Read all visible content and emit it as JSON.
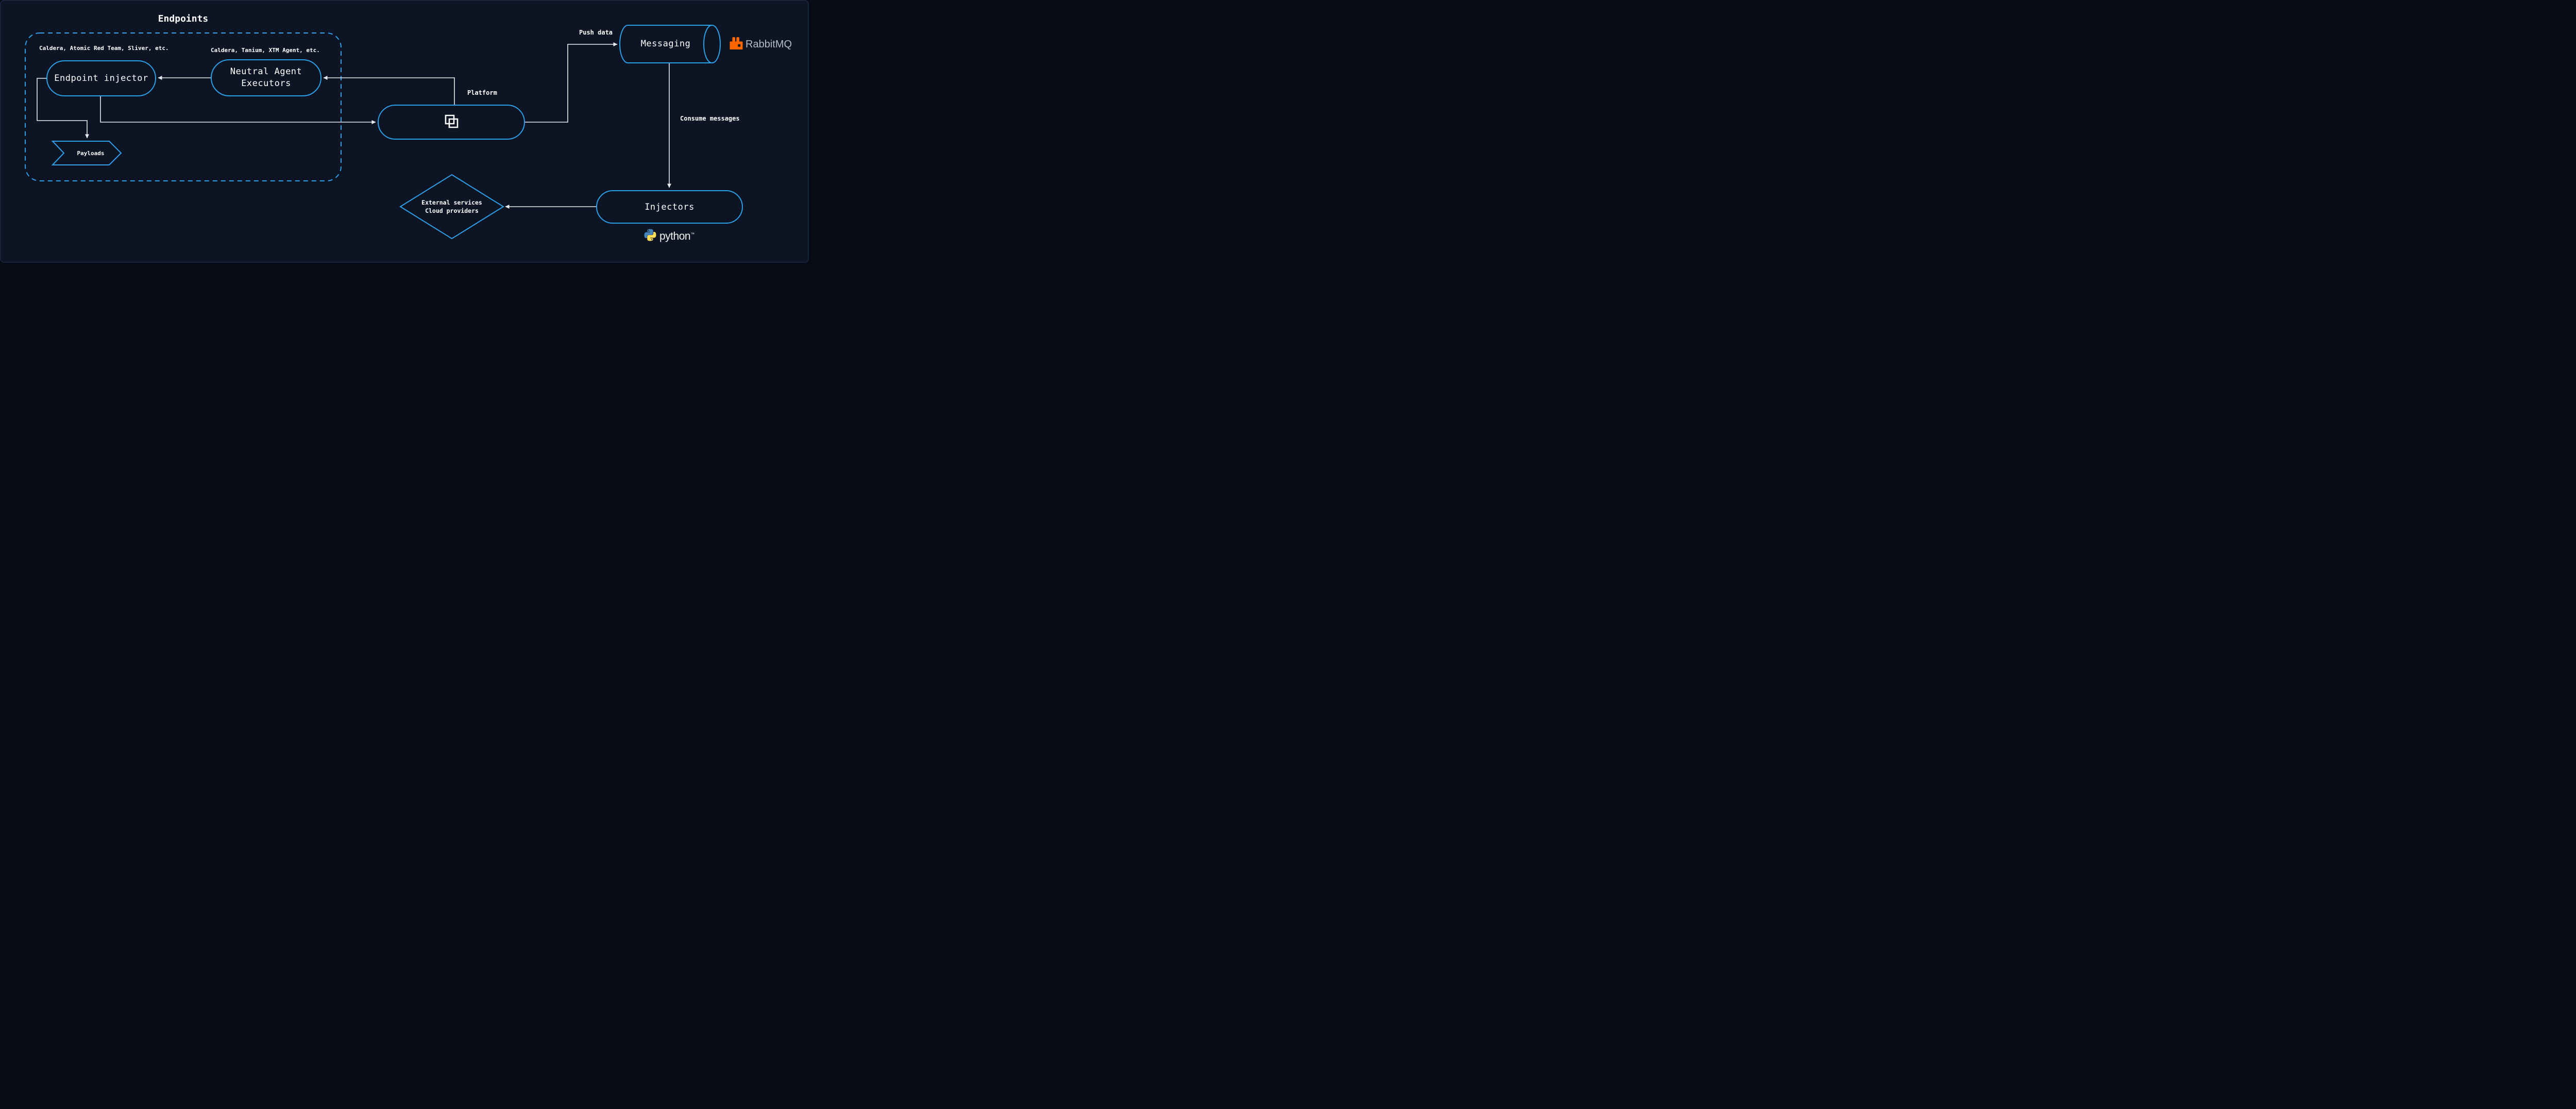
{
  "title": "Endpoints",
  "colors": {
    "background": "#0d1524",
    "accent_blue": "#2b9fe8",
    "wire": "#e8eaed",
    "rabbit_orange": "#ff6600",
    "python_blue": "#4584b6",
    "python_yellow": "#ffde57"
  },
  "endpoints": {
    "injector_note": "Caldera, Atomic Red Team, Sliver, etc.",
    "injector": "Endpoint injector",
    "executors_note": "Caldera, Tanium, XTM Agent, etc.",
    "executors_line1": "Neutral Agent",
    "executors_line2": "Executors",
    "payloads": "Payloads"
  },
  "platform": {
    "label": "Platform"
  },
  "messaging": {
    "label": "Messaging",
    "brand": "RabbitMQ"
  },
  "injectors": {
    "label": "Injectors",
    "brand": "python",
    "brand_tm": "™"
  },
  "external_services": {
    "line1": "External services",
    "line2": "Cloud providers"
  },
  "edges": {
    "push_data": "Push data",
    "consume_messages": "Consume messages"
  }
}
